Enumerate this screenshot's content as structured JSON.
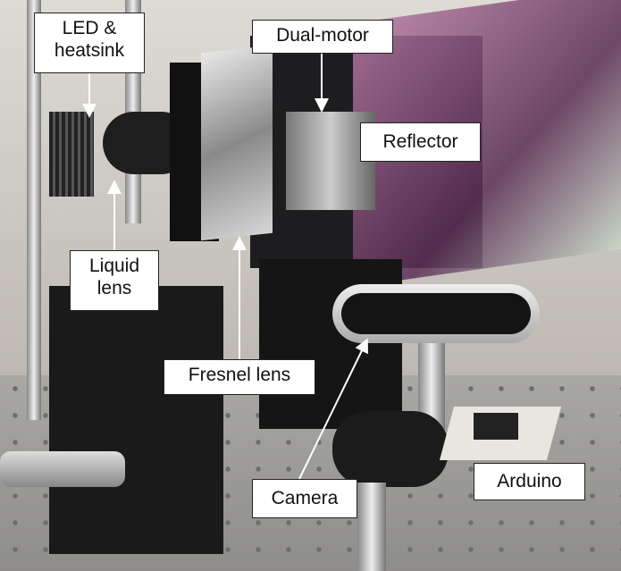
{
  "labels": {
    "led_heatsink": "LED & heatsink",
    "dual_motor": "Dual-motor",
    "reflector": "Reflector",
    "liquid_lens": "Liquid lens",
    "fresnel_lens": "Fresnel lens",
    "camera": "Camera",
    "arduino": "Arduino"
  }
}
